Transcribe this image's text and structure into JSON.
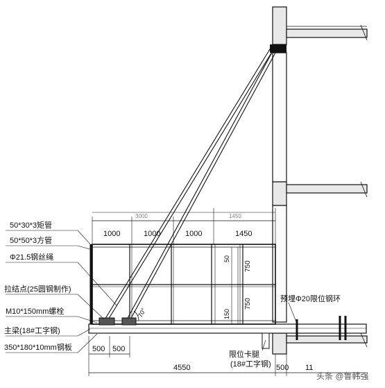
{
  "labels": {
    "handrail": "50*30*3矩管",
    "square_tube": "50*50*3方管",
    "wire_rope": "Φ21.5钢丝绳",
    "tie_point": "拉结点(25圆钢制作)",
    "bolt": "M10*150mm螺栓",
    "main_beam": "主梁(18#工字钢)",
    "steel_plate": "350*180*10mm钢板",
    "embedded": "预埋Φ20限位钢环",
    "limit_leg": "限位卡腿",
    "limit_leg_sub": "(18#工字钢)",
    "dim_top_left": "3000",
    "dim_top_right": "1450",
    "watermark": "头条 @鲁韩强"
  },
  "dims": {
    "top": [
      "1000",
      "1000",
      "1000",
      "1450"
    ],
    "bottom_small": [
      "500",
      "500"
    ],
    "total": "4550",
    "wall": "500",
    "wall_right": "11",
    "vertical": [
      "50",
      "750",
      "750",
      "150"
    ]
  },
  "angle": "70°"
}
